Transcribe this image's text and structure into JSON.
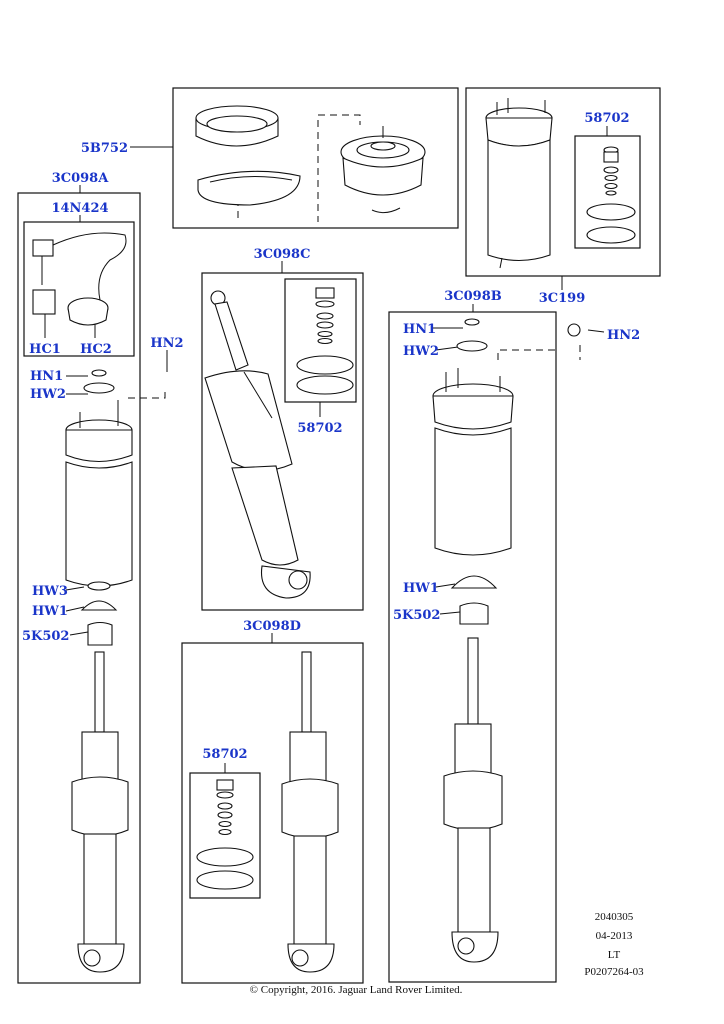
{
  "callouts": {
    "5B752": "5B752",
    "3C098A": "3C098A",
    "14N424": "14N424",
    "HC1": "HC1",
    "HC2": "HC2",
    "HN2_left": "HN2",
    "HN1_left": "HN1",
    "HW2_left": "HW2",
    "HW3": "HW3",
    "HW1_left": "HW1",
    "5K502_left": "5K502",
    "3C098C": "3C098C",
    "58702_c": "58702",
    "3C098D": "3C098D",
    "58702_d": "58702",
    "58702_top": "58702",
    "3C199": "3C199",
    "3C098B": "3C098B",
    "HN1_right": "HN1",
    "HW2_right": "HW2",
    "HN2_right": "HN2",
    "HW1_right": "HW1",
    "5K502_right": "5K502"
  },
  "footer": {
    "ref_number": "2040305",
    "date": "04-2013",
    "code": "LT",
    "drawing_id": "P0207264-03",
    "copyright": "© Copyright, 2016. Jaguar Land Rover Limited."
  },
  "colors": {
    "callout": "#1a35c9",
    "line": "#111111"
  }
}
